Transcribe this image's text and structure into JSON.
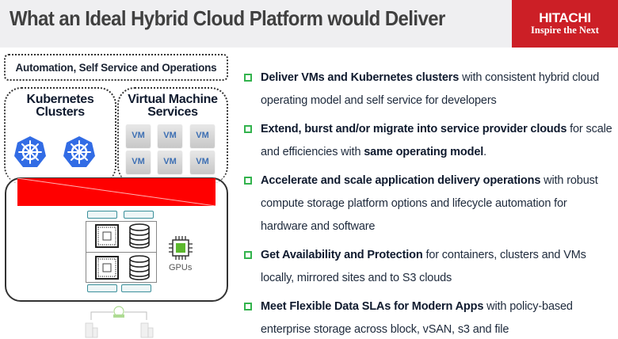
{
  "header": {
    "title": "What an Ideal Hybrid Cloud Platform would Deliver",
    "brand_name": "HITACHI",
    "brand_tagline": "Inspire the Next",
    "brand_color": "#cc1f26"
  },
  "diagram": {
    "automation_label": "Automation, Self Service and Operations",
    "kubernetes_title_line1": "Kubernetes",
    "kubernetes_title_line2": "Clusters",
    "kubernetes_icons": [
      "kubernetes-icon",
      "kubernetes-icon"
    ],
    "vm_title_line1": "Virtual Machine",
    "vm_title_line2": "Services",
    "vm_tiles": [
      "VM",
      "VM",
      "VM",
      "VM",
      "VM",
      "VM"
    ],
    "gpu_label": "GPUs",
    "accent_red": "#ff0000",
    "nic_color": "#3a8f9a",
    "k8s_blue": "#326ce5"
  },
  "bullets": [
    {
      "bold": "Deliver VMs and Kubernetes clusters",
      "text": " with consistent hybrid cloud operating model and self service for developers",
      "bold2": "",
      "tail": ""
    },
    {
      "bold": "Extend, burst and/or migrate into service provider clouds",
      "text": " for scale and efficiencies with ",
      "bold2": "same operating model",
      "tail": "."
    },
    {
      "bold": "Accelerate and scale application delivery operations",
      "text": " with robust compute storage platform options and lifecycle automation for hardware and software",
      "bold2": "",
      "tail": ""
    },
    {
      "bold": "Get Availability and Protection",
      "text": " for containers, clusters and VMs locally, mirrored sites and to S3 clouds",
      "bold2": "",
      "tail": ""
    },
    {
      "bold": "Meet Flexible Data SLAs for Modern Apps",
      "text": " with policy-based enterprise storage across block, vSAN, s3 and file",
      "bold2": "",
      "tail": ""
    }
  ],
  "bullet_checkbox_color": "#33b34d"
}
